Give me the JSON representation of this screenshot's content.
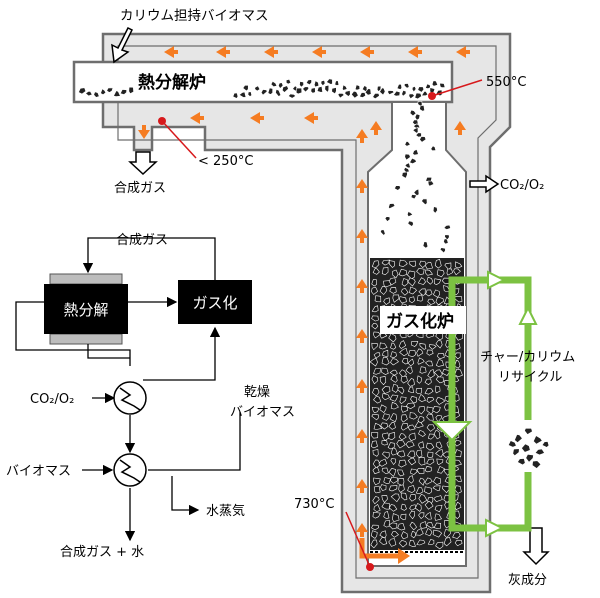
{
  "labels": {
    "biomass_feed": "カリウム担持バイオマス",
    "pyrolyzer": "熱分解炉",
    "pyro_temp": "550°C",
    "outlet_temp": "< 250°C",
    "syngas_out": "合成ガス",
    "co2o2_gasifier": "CO₂/O₂",
    "gasifier": "ガス化炉",
    "char_recycle_1": "チャー/カリウム",
    "char_recycle_2": "リサイクル",
    "gasifier_temp": "730°C",
    "ash": "灰成分"
  },
  "flow": {
    "syngas_top": "合成ガス",
    "pyrolysis": "熱分解",
    "gasification": "ガス化",
    "dry_biomass_1": "乾燥",
    "dry_biomass_2": "バイオマス",
    "co2o2": "CO₂/O₂",
    "biomass": "バイオマス",
    "steam": "水蒸気",
    "product": "合成ガス + 水"
  },
  "colors": {
    "wall_fill": "#e6e6e6",
    "wall_stroke": "#6e6e6e",
    "heat_arrow": "#f57c22",
    "recycle": "#7cc242",
    "hot_spot": "#d7191c"
  }
}
